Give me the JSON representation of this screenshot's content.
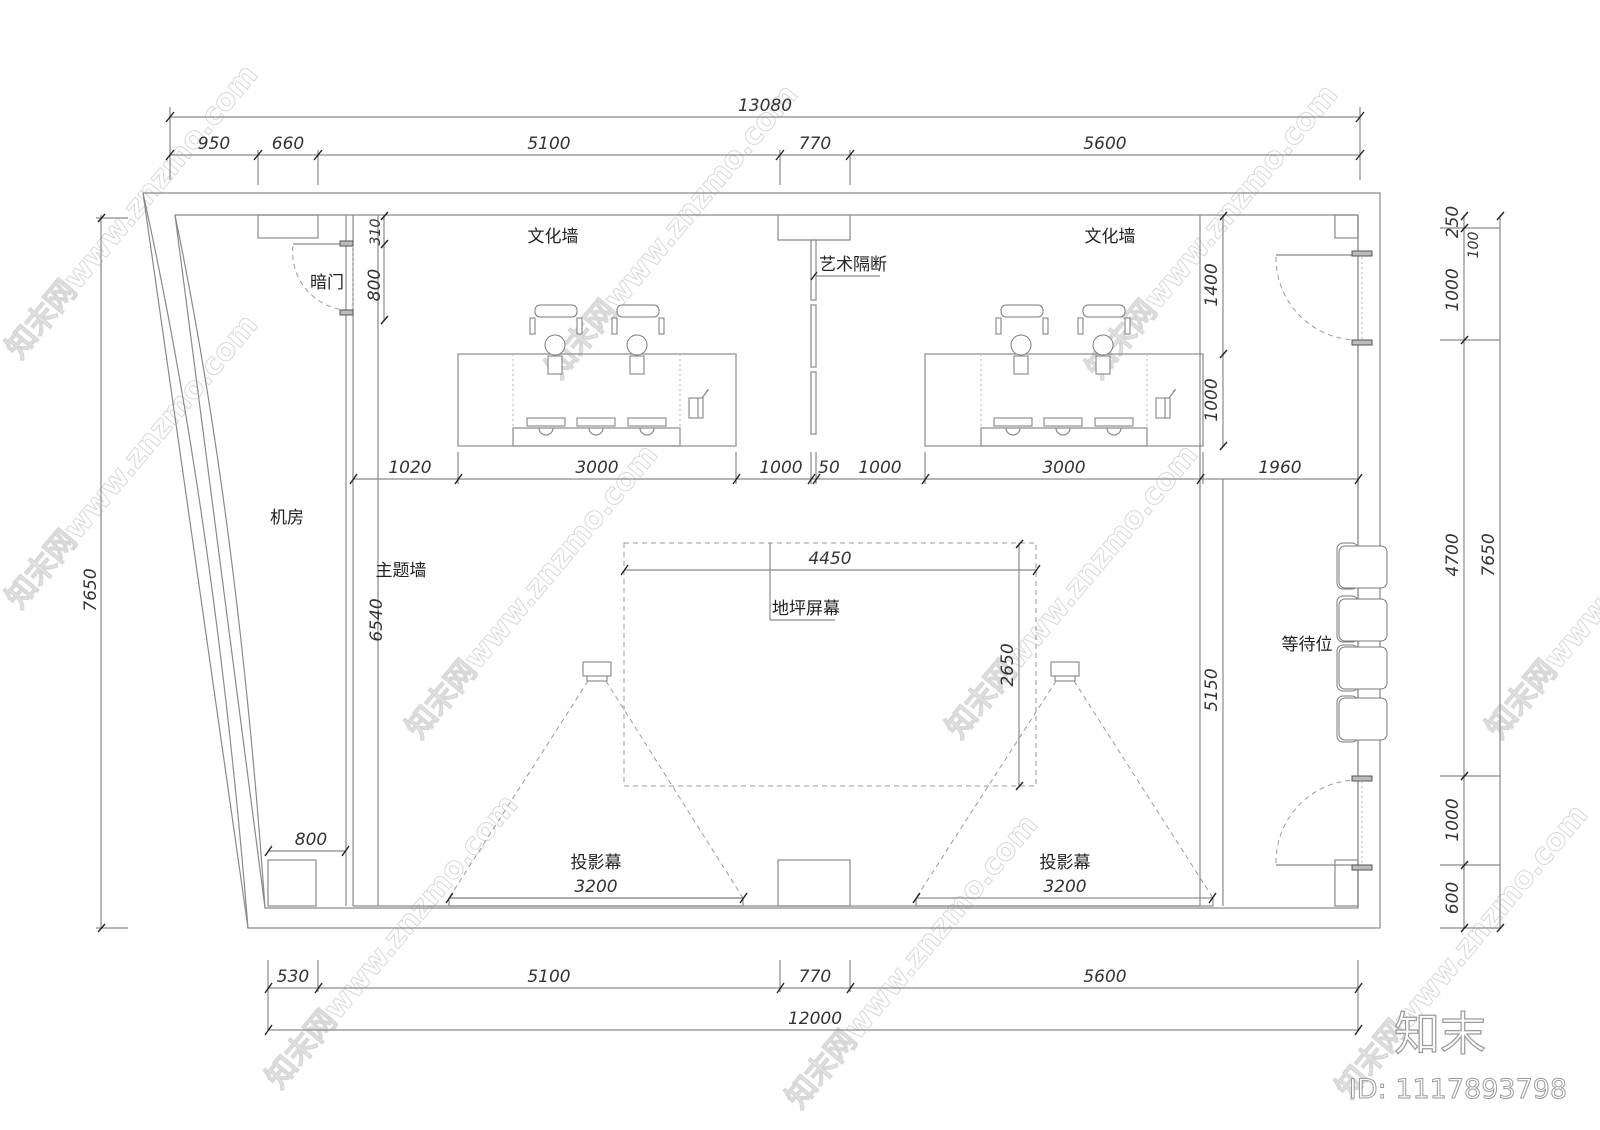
{
  "drawing": {
    "type": "floor-plan",
    "units": "mm"
  },
  "dimensions": {
    "top_total": "13080",
    "top_segments": [
      "950",
      "660",
      "5100",
      "770",
      "5600"
    ],
    "bottom_total": "12000",
    "bottom_segments": [
      "530",
      "5100",
      "770",
      "5600"
    ],
    "left_total": "7650",
    "right_total": "7650",
    "right_segments": [
      "250",
      "100",
      "1000",
      "4700",
      "1000",
      "600"
    ],
    "door_left_310": "310",
    "door_left_800": "800",
    "theme_wall_height": "6540",
    "desk_row": [
      "1020",
      "3000",
      "1000",
      "50",
      "1000",
      "3000",
      "1960"
    ],
    "desk_depth_1400": "1400",
    "desk_depth_1000": "1000",
    "right_inner_5150": "5150",
    "floor_screen_width": "4450",
    "floor_screen_height": "2650",
    "projection_left_width": "3200",
    "projection_right_width": "3200",
    "machine_room_800": "800"
  },
  "labels": {
    "culture_wall_left": "文化墙",
    "culture_wall_right": "文化墙",
    "art_partition": "艺术隔断",
    "hidden_door": "暗门",
    "machine_room": "机房",
    "theme_wall": "主题墙",
    "floor_screen": "地坪屏幕",
    "waiting_area": "等待位",
    "projection_screen_left": "投影幕",
    "projection_screen_right": "投影幕"
  },
  "watermark": {
    "text": "知末网www.znzmo.com",
    "brand": "知末",
    "id_label": "ID: 1117893798"
  }
}
